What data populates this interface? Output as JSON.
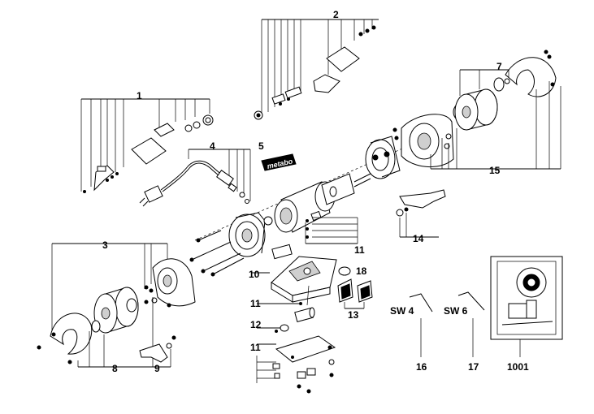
{
  "labels": {
    "p1": "1",
    "p2": "2",
    "p3": "3",
    "p4": "4",
    "p5": "5",
    "p7": "7",
    "p8": "8",
    "p9": "9",
    "p10": "10",
    "p11a": "11",
    "p11b": "11",
    "p11c": "11",
    "p12": "12",
    "p13": "13",
    "p14": "14",
    "p15": "15",
    "p16": "16",
    "p17": "17",
    "p18": "18",
    "p1001": "1001"
  },
  "tools": {
    "sw4": "SW 4",
    "sw6": "SW 6"
  },
  "brand": "metabo"
}
